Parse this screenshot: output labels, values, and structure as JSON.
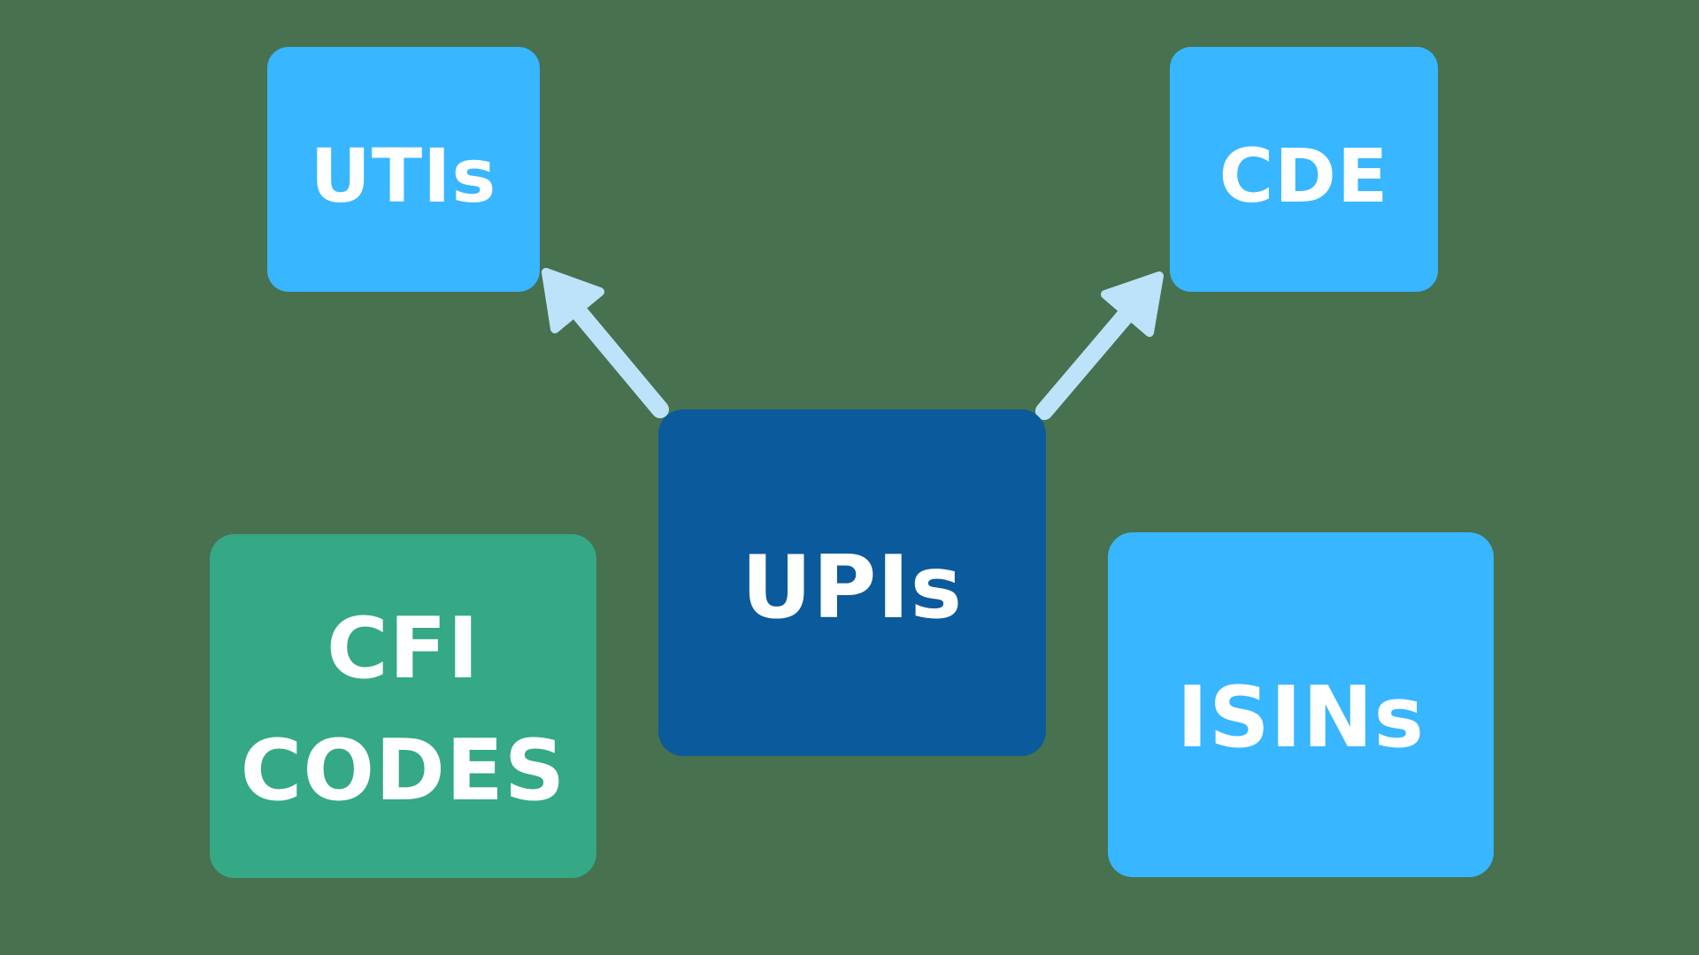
{
  "diagram": {
    "background_color": "#47714F",
    "arrow_color": "#BDE3FA",
    "nodes": [
      {
        "id": "utis",
        "label": "UTIs",
        "fill_color": "#38B6FF",
        "text_color": "#FFFFFF"
      },
      {
        "id": "cde",
        "label": "CDE",
        "fill_color": "#38B6FF",
        "text_color": "#FFFFFF"
      },
      {
        "id": "upis",
        "label": "UPIs",
        "fill_color": "#0B5A9C",
        "text_color": "#FFFFFF"
      },
      {
        "id": "cfi-codes",
        "label": "CFI CODES",
        "lines": [
          "CFI",
          "CODES"
        ],
        "fill_color": "#35A886",
        "text_color": "#FFFFFF"
      },
      {
        "id": "isins",
        "label": "ISINs",
        "fill_color": "#38B6FF",
        "text_color": "#FFFFFF"
      }
    ],
    "arrows": [
      {
        "from": "upis",
        "to": "utis",
        "direction": "up-left"
      },
      {
        "from": "upis",
        "to": "cde",
        "direction": "up-right"
      }
    ]
  }
}
